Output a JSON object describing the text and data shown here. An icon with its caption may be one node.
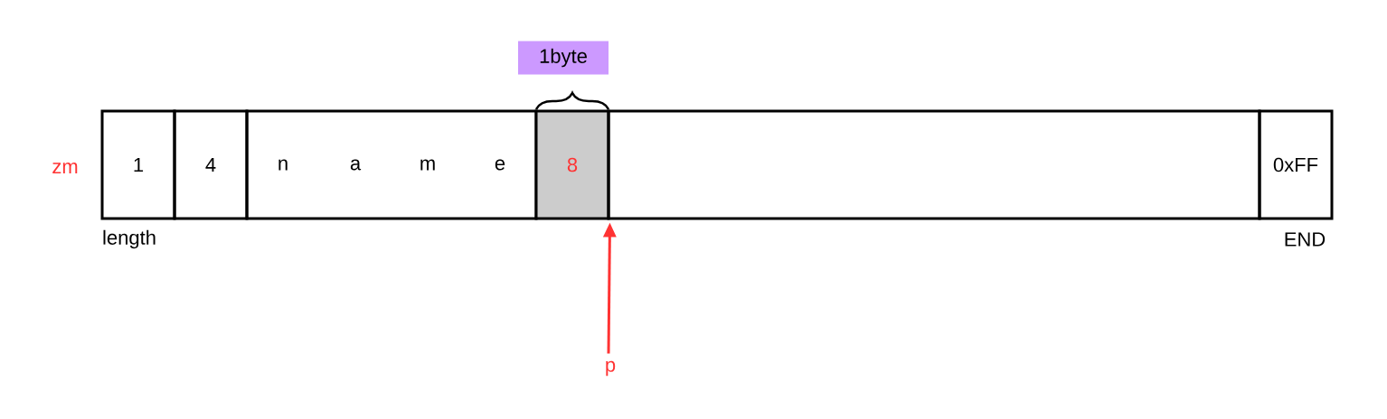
{
  "diagram": {
    "nodes": [
      {
        "text": [
          "1"
        ]
      },
      {
        "text": [
          "4"
        ]
      },
      {
        "text": [
          "n",
          "a",
          "m",
          "e"
        ]
      },
      {
        "text": [
          "8"
        ]
      },
      {
        "text": [],
        "shape": "box"
      },
      {
        "text": [
          "0xFF"
        ]
      },
      {
        "text": [
          "1byte"
        ]
      },
      {
        "text": [
          "p"
        ]
      }
    ],
    "edges": [
      {
        "from": 7,
        "to": 3,
        "arrow": "to",
        "color": "#ff3333"
      }
    ],
    "labels": [
      "zm",
      "length",
      "END"
    ]
  }
}
